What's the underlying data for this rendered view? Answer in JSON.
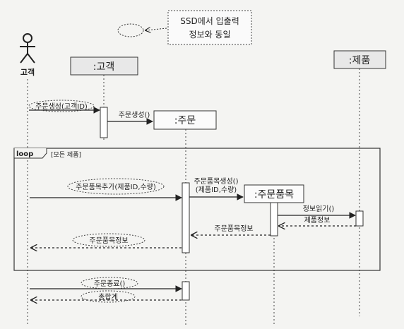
{
  "note": {
    "line1": "SSD에서 입출력",
    "line2": "정보와 동일"
  },
  "actor": {
    "label": "고객"
  },
  "objects": {
    "customer": ":고객",
    "order": ":주문",
    "product": ":제품",
    "order_item": ":주문품목"
  },
  "loop": {
    "tag": "loop",
    "guard": "[모든 제품]"
  },
  "messages": {
    "m1": "주문생성(고객ID)",
    "m2": "주문생성()",
    "m3": "주문품목추가(제품ID,수량)",
    "m4a": "주문품목생성()",
    "m4b": "(제품ID,수량)",
    "m5": "정보읽기()",
    "m6": "제품정보",
    "m7": "주문품목정보",
    "m8": "주문품목정보",
    "m9": "주문종료()",
    "m10": "총합계"
  }
}
